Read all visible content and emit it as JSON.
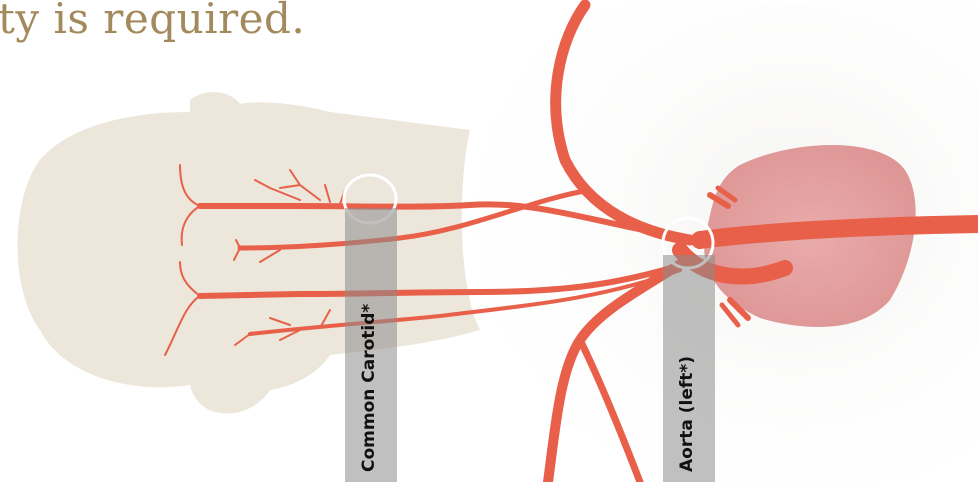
{
  "heading": "ty is required.",
  "labels": {
    "common_carotid": "Common Carotid*",
    "aorta": "Aorta (left*)"
  },
  "colors": {
    "artery": "#e8604a",
    "artery_dark": "#c9452f",
    "body_silhouette": "#ede6db",
    "heart": "#e39a98",
    "heading": "#a38a5c",
    "label_bar": "#8c8c8c"
  }
}
